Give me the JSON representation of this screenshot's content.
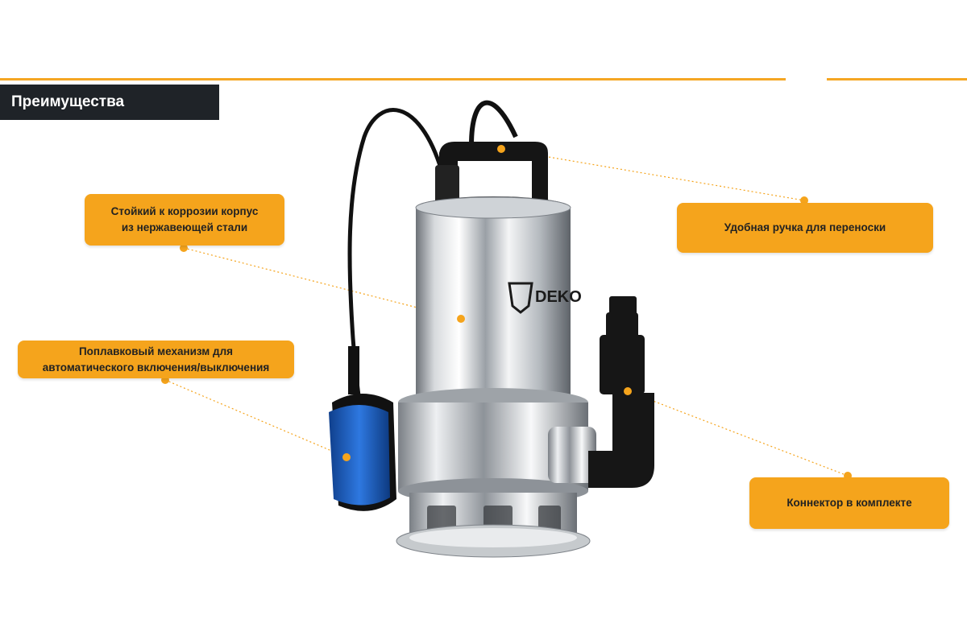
{
  "section_title": "Преимущества",
  "brand_text": "DEKO",
  "colors": {
    "accent": "#f5a41c",
    "header_bg": "#1f2328",
    "float_blue": "#1e5bb8"
  },
  "callouts": [
    {
      "id": "body",
      "lines": [
        "Стойкий к коррозии корпус",
        "из нержавеющей стали"
      ]
    },
    {
      "id": "handle",
      "lines": [
        "Удобная ручка для переноски"
      ]
    },
    {
      "id": "float",
      "lines": [
        "Поплавковый механизм для",
        "автоматического включения/выключения"
      ]
    },
    {
      "id": "connector",
      "lines": [
        "Коннектор в комплекте"
      ]
    }
  ]
}
